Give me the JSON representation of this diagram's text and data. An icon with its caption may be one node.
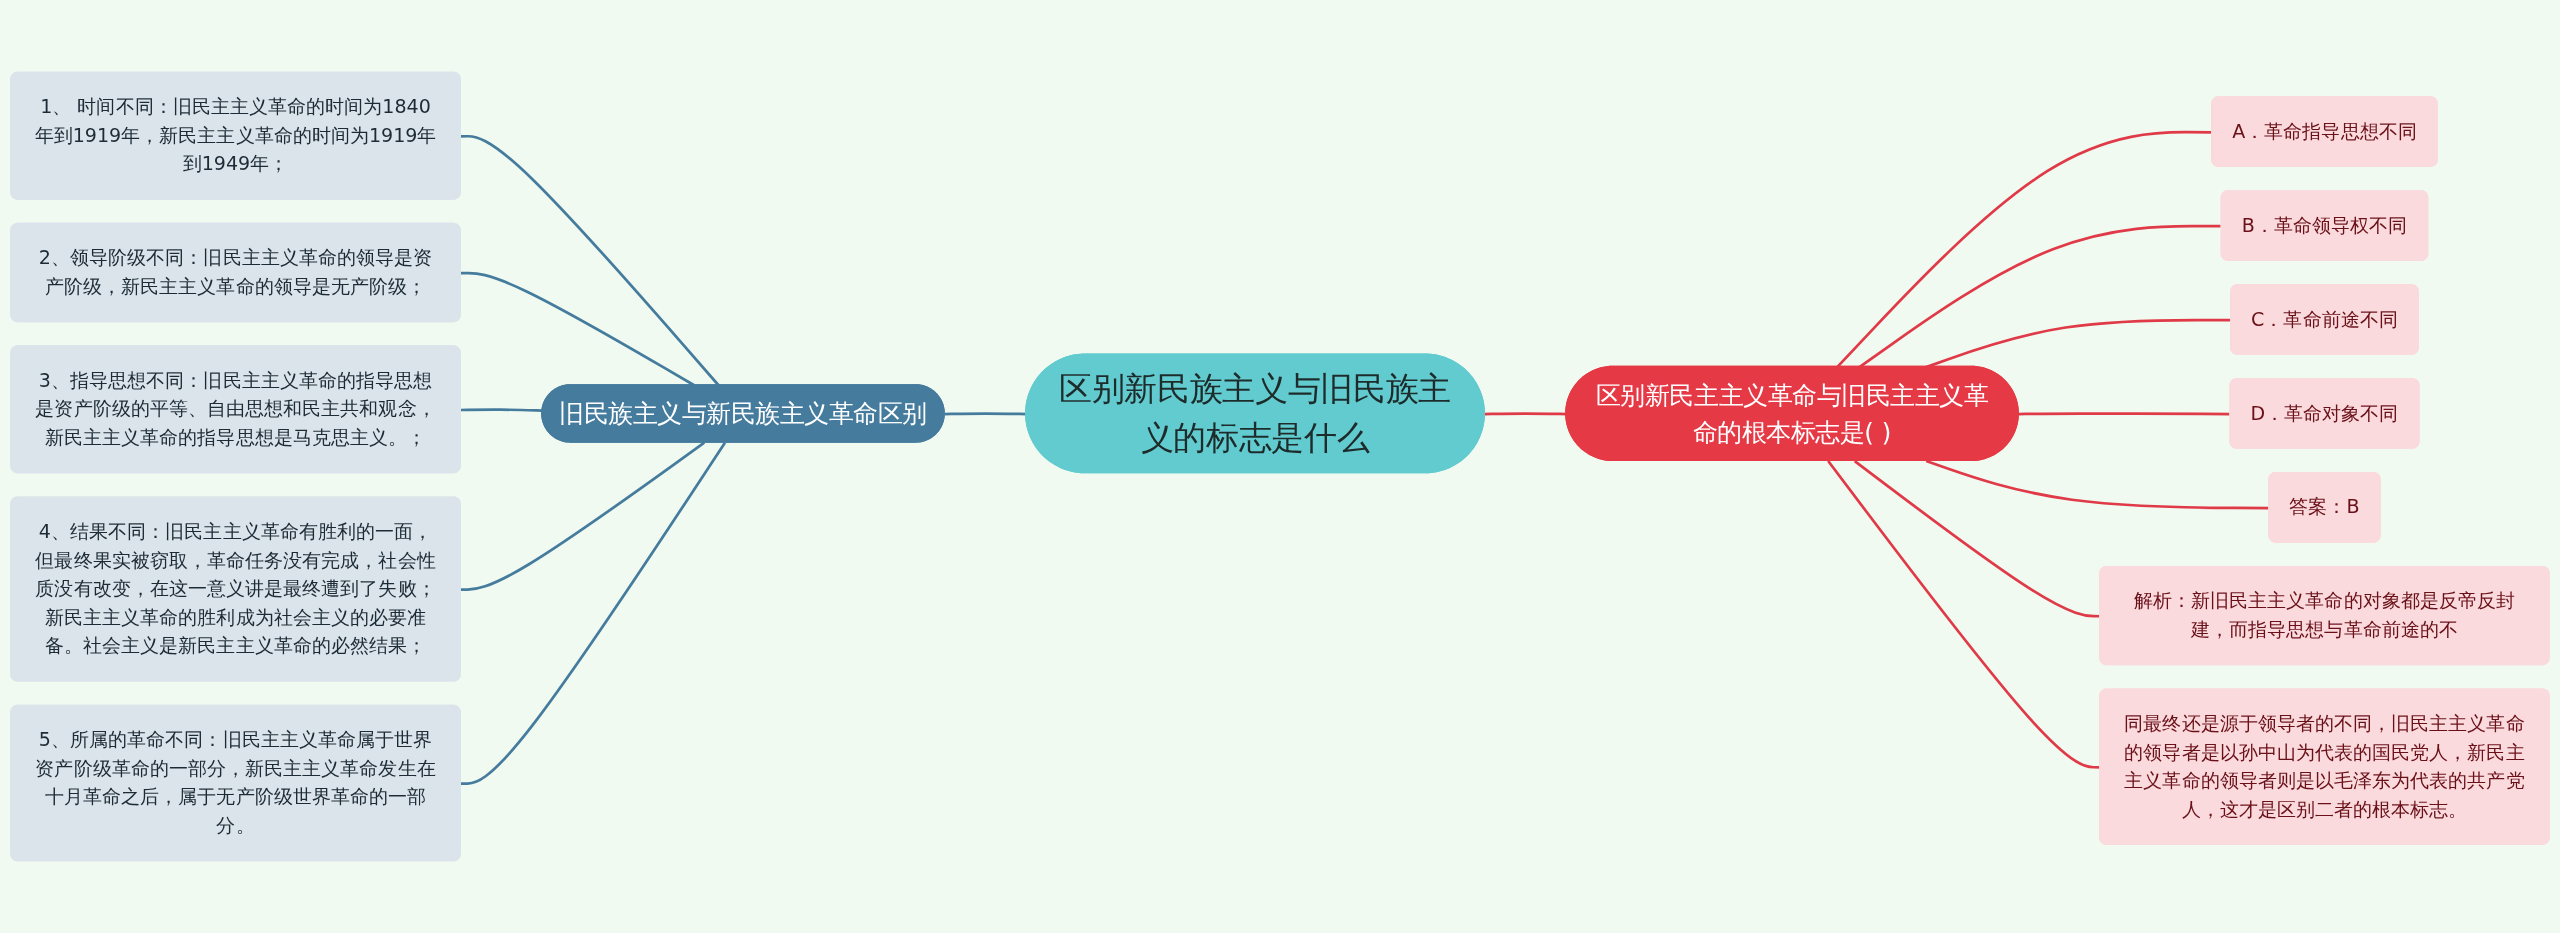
{
  "diagram": {
    "nodes": [
      {
        "text": [
          "区别新民族主义与旧民族主义的标志是什么"
        ]
      },
      {
        "text": [
          "旧民族主义与新民族主义革命区别"
        ]
      },
      {
        "text": [
          "1、 时间不同：旧民主主义革命的时间为1840年到1919年，新民主主义革命的时间为1919年到1949年；"
        ]
      },
      {
        "text": [
          "2、领导阶级不同：旧民主主义革命的领导是资产阶级，新民主主义革命的领导是无产阶级；"
        ]
      },
      {
        "text": [
          "3、指导思想不同：旧民主主义革命的指导思想是资产阶级的平等、自由思想和民主共和观念，新民主主义革命的指导思想是马克思主义。；"
        ]
      },
      {
        "text": [
          "4、结果不同：旧民主主义革命有胜利的一面，但最终果实被窃取，革命任务没有完成，社会性质没有改变，在这一意义讲是最终遭到了失败；新民主主义革命的胜利成为社会主义的必要准备。社会主义是新民主主义革命的必然结果；"
        ]
      },
      {
        "text": [
          "5、所属的革命不同：旧民主主义革命属于世界资产阶级革命的一部分，新民主主义革命发生在十月革命之后，属于无产阶级世界革命的一部分。"
        ]
      },
      {
        "text": [
          "区别新民主主义革命与旧民主主义革命的根本标志是( )"
        ]
      },
      {
        "text": [
          "A．革命指导思想不同"
        ]
      },
      {
        "text": [
          "B．革命领导权不同"
        ]
      },
      {
        "text": [
          "C．革命前途不同"
        ]
      },
      {
        "text": [
          "D．革命对象不同"
        ]
      },
      {
        "text": [
          "答案：B"
        ]
      },
      {
        "text": [
          "解析：新旧民主主义革命的对象都是反帝反封建，而指导思想与革命前途的不"
        ]
      },
      {
        "text": [
          "同最终还是源于领导者的不同，旧民主主义革命的领导者是以孙中山为代表的国民党人，新民主主义革命的领导者则是以毛泽东为代表的共产党人，这才是区别二者的根本标志。"
        ]
      }
    ],
    "edges": [
      {
        "from": 0,
        "to": 1,
        "arrow": "none",
        "color": "#457b9d"
      },
      {
        "from": 1,
        "to": 2,
        "arrow": "none",
        "color": "#457b9d"
      },
      {
        "from": 1,
        "to": 3,
        "arrow": "none",
        "color": "#457b9d"
      },
      {
        "from": 1,
        "to": 4,
        "arrow": "none",
        "color": "#457b9d"
      },
      {
        "from": 1,
        "to": 5,
        "arrow": "none",
        "color": "#457b9d"
      },
      {
        "from": 1,
        "to": 6,
        "arrow": "none",
        "color": "#457b9d"
      },
      {
        "from": 0,
        "to": 7,
        "arrow": "none"
      },
      {
        "from": 7,
        "to": 8,
        "arrow": "none"
      },
      {
        "from": 7,
        "to": 9,
        "arrow": "none"
      },
      {
        "from": 7,
        "to": 10,
        "arrow": "none"
      },
      {
        "from": 7,
        "to": 11,
        "arrow": "none"
      },
      {
        "from": 7,
        "to": 12,
        "arrow": "none"
      },
      {
        "from": 7,
        "to": 13,
        "arrow": "none"
      },
      {
        "from": 7,
        "to": 14,
        "arrow": "none"
      }
    ]
  }
}
